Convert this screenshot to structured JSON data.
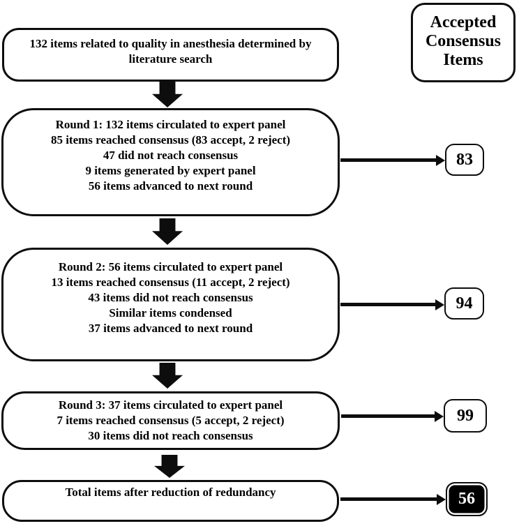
{
  "diagram": {
    "literature": {
      "lines": [
        "132 items related to quality in anesthesia determined by",
        "literature search"
      ]
    },
    "round1": {
      "lines": [
        "Round 1: 132 items circulated to expert panel",
        "85 items reached consensus (83 accept, 2 reject)",
        "47 did not reach consensus",
        "9 items generated by expert panel",
        "56 items advanced to next round"
      ]
    },
    "round2": {
      "lines": [
        "Round 2: 56 items circulated to expert panel",
        "13 items reached consensus (11 accept, 2 reject)",
        "43 items did not reach consensus",
        "Similar items condensed",
        "37 items advanced to next round"
      ]
    },
    "round3": {
      "lines": [
        "Round 3: 37 items circulated to expert panel",
        "7 items reached consensus (5 accept, 2 reject)",
        "30 items did not reach consensus"
      ]
    },
    "total": {
      "label": "Total items after reduction of redundancy"
    },
    "accepted_header": {
      "lines": [
        "Accepted",
        "Consensus",
        "Items"
      ]
    },
    "accepted_counts": {
      "round1": "83",
      "round2": "94",
      "round3": "99",
      "total": "56"
    },
    "colors": {
      "ink": "#0d0d0d",
      "background": "#ffffff",
      "final_count_bg": "#000000",
      "final_count_text": "#ffffff"
    }
  }
}
